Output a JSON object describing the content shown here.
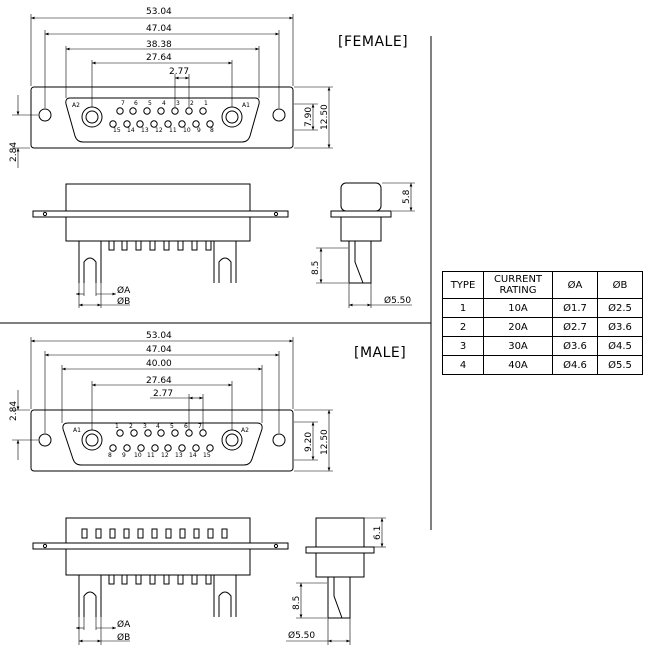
{
  "labels": {
    "female": "[FEMALE]",
    "male": "[MALE]"
  },
  "female": {
    "dims": {
      "overall": "53.04",
      "mounting": "47.04",
      "shell": "38.38",
      "pin_row": "27.64",
      "pitch": "2.77",
      "height_inner": "7.90",
      "height_outer": "12.50",
      "offset": "2.84",
      "flange": "5.8",
      "tail": "8.5",
      "dia_a": "ØA",
      "dia_b": "ØB",
      "dia_pcb": "Ø5.50"
    },
    "pins_top": [
      "A2",
      "7",
      "6",
      "5",
      "4",
      "3",
      "2",
      "1",
      "A1"
    ],
    "pins_bottom": [
      "15",
      "14",
      "13",
      "12",
      "11",
      "10",
      "9",
      "8"
    ]
  },
  "male": {
    "dims": {
      "overall": "53.04",
      "mounting": "47.04",
      "shell": "40.00",
      "pin_row": "27.64",
      "pitch": "2.77",
      "height_inner": "9.20",
      "height_outer": "12.50",
      "offset": "2.84",
      "flange": "6.1",
      "tail": "8.5",
      "dia_a": "ØA",
      "dia_b": "ØB",
      "dia_pcb": "Ø5.50"
    },
    "pins_top": [
      "A1",
      "1",
      "2",
      "3",
      "4",
      "5",
      "6",
      "7",
      "A2"
    ],
    "pins_bottom": [
      "8",
      "9",
      "10",
      "11",
      "12",
      "13",
      "14",
      "15"
    ]
  },
  "table": {
    "headers": [
      "TYPE",
      "CURRENT RATING",
      "ØA",
      "ØB"
    ],
    "rows": [
      [
        "1",
        "10A",
        "Ø1.7",
        "Ø2.5"
      ],
      [
        "2",
        "20A",
        "Ø2.7",
        "Ø3.6"
      ],
      [
        "3",
        "30A",
        "Ø3.6",
        "Ø4.5"
      ],
      [
        "4",
        "40A",
        "Ø4.6",
        "Ø5.5"
      ]
    ]
  }
}
